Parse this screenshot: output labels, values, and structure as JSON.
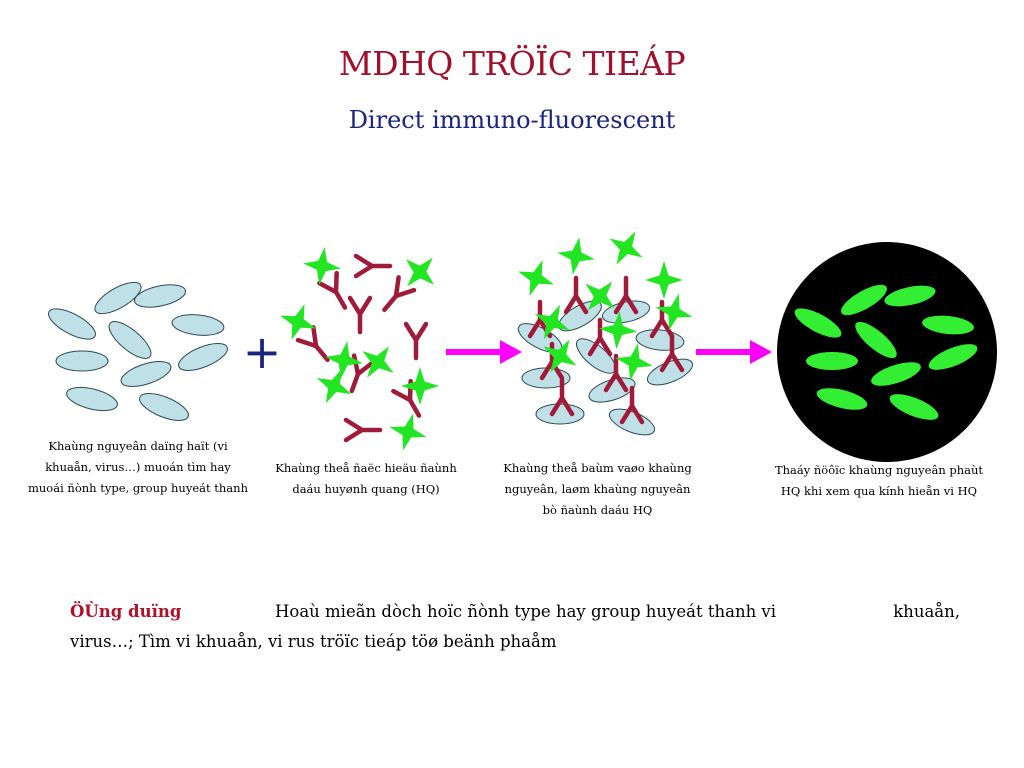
{
  "title": "MDHQ TRÖÏC TIEÁP",
  "subtitle": "Direct immuno-fluorescent",
  "colors": {
    "title": "#A0102A",
    "subtitle": "#1A237E",
    "plus": "#1A237E",
    "cell_fill": "#BFE0E6",
    "cell_stroke": "#2D4A55",
    "antibody": "#A01A3A",
    "fluor": "#22E622",
    "arrow": "#FF00FF",
    "application_label": "#B0102A",
    "dark_field": "#000000",
    "fluor_cell": "#33EE33"
  },
  "diagram": {
    "plus_sign": "+",
    "captions": {
      "antigens": "Khaùng nguyeân daïng haït (vi khuaån, virus…) muoán tìm hay muoái ñònh type, group huyeát thanh",
      "labeled_antibodies": "Khaùng theå ñaëc hieäu ñaùnh daáu huyønh quang (HQ)",
      "binding": "Khaùng theå baùm vaøo khaùng nguyeân, laøm khaùng nguyeân bò ñaùnh daáu HQ",
      "observation": "Thaáy ñöôïc khaùng nguyeân phaùt HQ khi xem qua kính hieån vi HQ"
    }
  },
  "application": {
    "label": "ÖÙng duïng",
    "text_part1": "Hoaù mieãn dòch hoïc ñònh type hay group huyeát thanh vi",
    "text_part2": "khuaån,",
    "text_line2": "virus…; Tìm vi khuaån, vi rus tröïc tieáp töø beänh phaåm"
  }
}
